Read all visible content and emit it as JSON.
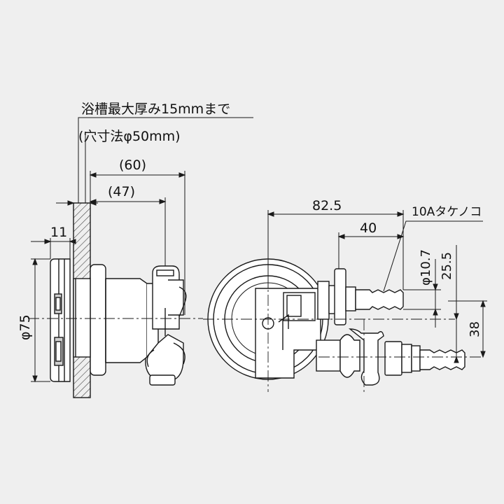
{
  "note": {
    "line1": "浴槽最大厚み15mmまで",
    "line2": "(穴寸法φ50mm)"
  },
  "dimensions": {
    "d60": "(60)",
    "d47": "(47)",
    "d11": "11",
    "dia75": "φ75",
    "d82_5": "82.5",
    "d40": "40",
    "dia10_7": "φ10.7",
    "d25_5": "25.5",
    "d38": "38"
  },
  "callout": {
    "fitting": "10Aタケノコ"
  },
  "colors": {
    "background": "#efefef",
    "line": "#1a1a1a",
    "fill_light": "#ffffff",
    "fill_gray": "#cfcfcf",
    "hatch": "#555555"
  }
}
